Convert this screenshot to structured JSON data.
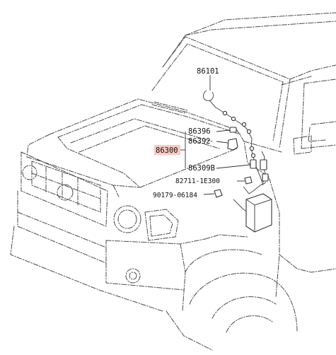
{
  "part_labels": {
    "wiper_link": "86101",
    "speaker_clip": "86396",
    "bracket": "86392",
    "assembly_main": "86300",
    "connector": "86309B",
    "bolt": "82711-1E300",
    "clip": "90179-06184"
  },
  "colors": {
    "line": "#4a4a4a",
    "highlight": "#f7c9c2",
    "text": "#111111"
  }
}
